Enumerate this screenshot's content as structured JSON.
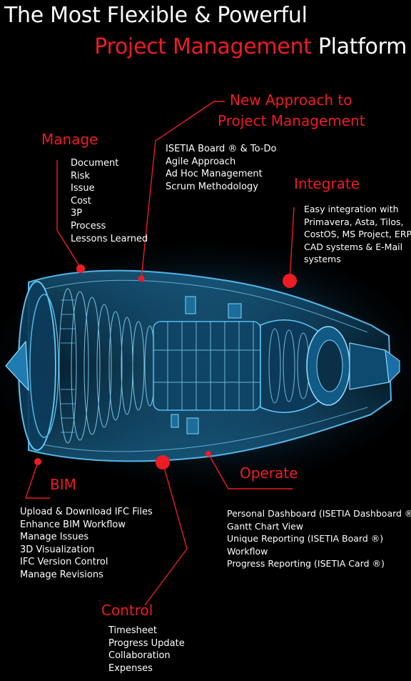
{
  "title": {
    "line1": "The Most Flexible & Powerful",
    "line2_red": "Project  Management",
    "line2_white": "Platform"
  },
  "sections": {
    "new_approach": {
      "heading_line1": "New Approach to",
      "heading_line2": "Project Management",
      "items": [
        "ISETIA Board ® & To-Do",
        "Agile Approach",
        "Ad Hoc Management",
        "Scrum Methodology"
      ]
    },
    "manage": {
      "heading": "Manage",
      "items": [
        "Document",
        "Risk",
        "Issue",
        "Cost",
        "3P",
        "Process",
        "Lessons Learned"
      ]
    },
    "integrate": {
      "heading": "Integrate",
      "lines": [
        "Easy integration with",
        "Primavera, Asta, Tilos,",
        "CostOS, MS Project, ERP,",
        "CAD systems & E-Mail",
        "systems"
      ]
    },
    "bim": {
      "heading": "BIM",
      "items": [
        "Upload & Download IFC Files",
        "Enhance BIM Workflow",
        "Manage Issues",
        "3D Visualization",
        "IFC Version Control",
        "Manage Revisions"
      ]
    },
    "operate": {
      "heading": "Operate",
      "items": [
        "Personal Dashboard (ISETIA Dashboard ®)",
        "Gantt Chart View",
        "Unique Reporting (ISETIA Board ®)",
        "Workflow",
        "Progress Reporting (ISETIA Card ®)"
      ]
    },
    "control": {
      "heading": "Control",
      "items": [
        "Timesheet",
        "Progress Update",
        "Collaboration",
        "Expenses"
      ]
    }
  },
  "colors": {
    "accent": "#ed1c24",
    "engine": "#2aa7e0",
    "background": "#000000"
  },
  "icons": {
    "engine": "jet-engine-xray-illustration"
  }
}
